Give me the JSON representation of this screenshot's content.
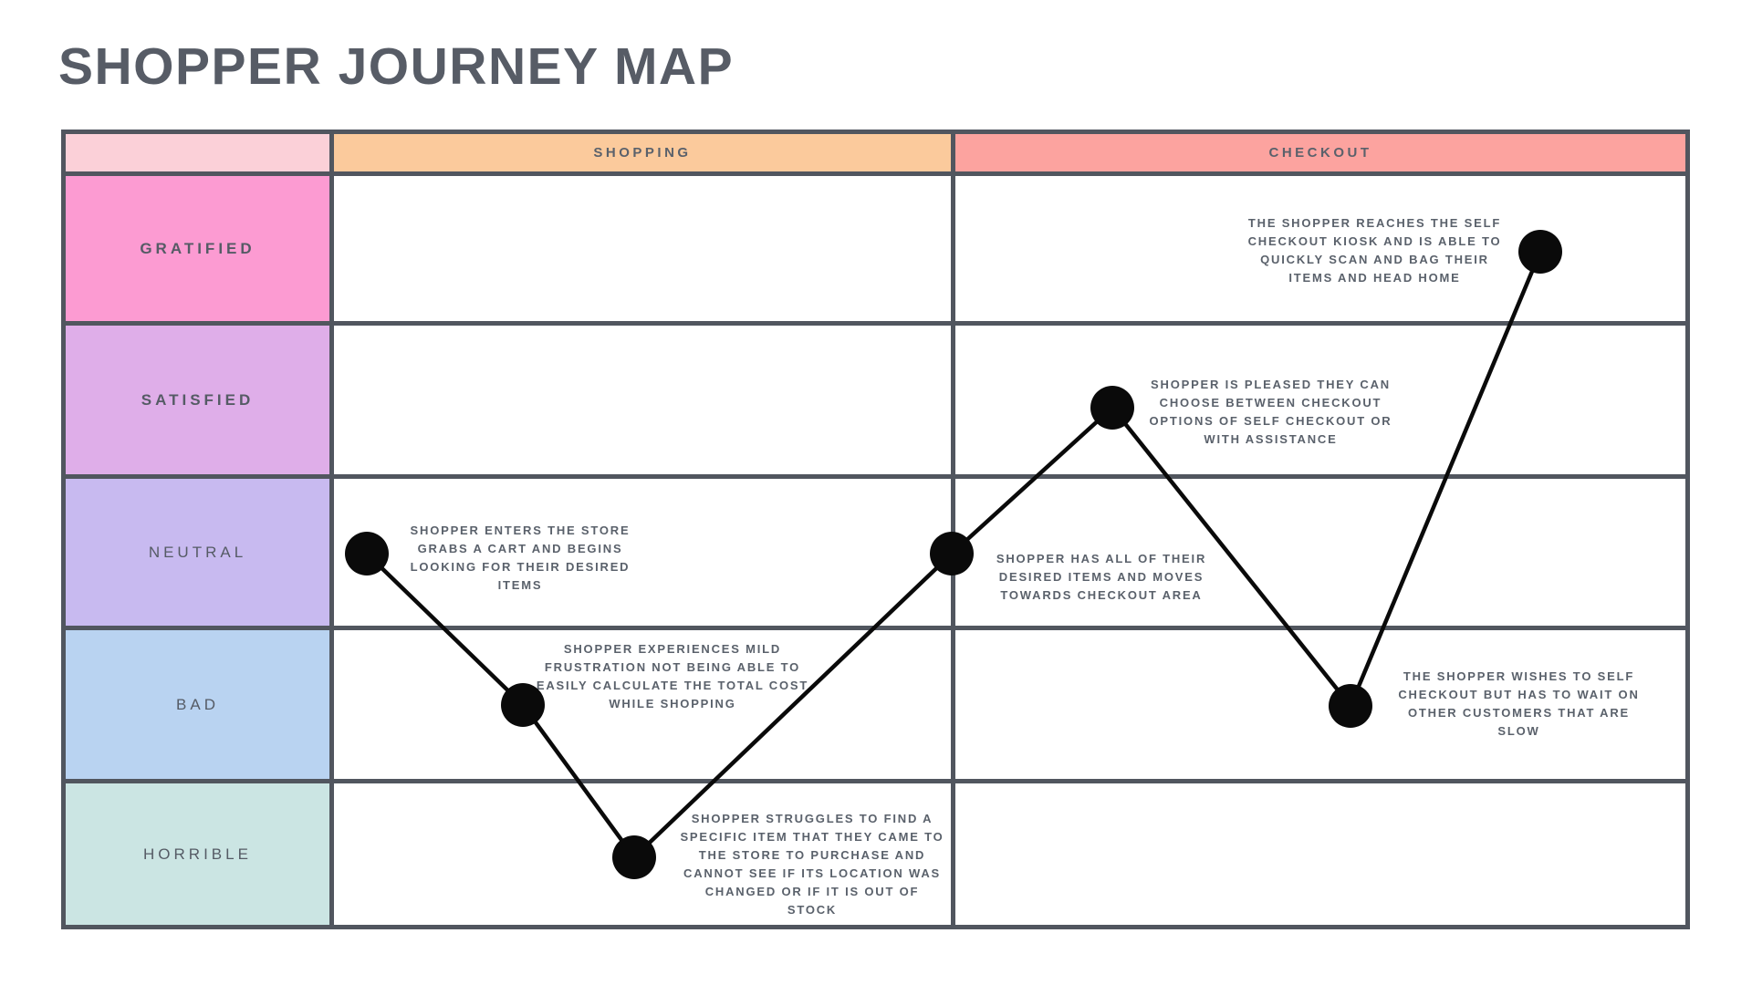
{
  "title": "SHOPPER JOURNEY MAP",
  "colors": {
    "border": "#51565F",
    "title_text": "#575C66",
    "label_text": "#555B65",
    "annotation_text": "#5A616B",
    "corner_cell": "#FBD0D8",
    "body_cell": "#FFFFFF",
    "line": "#0A0A0A"
  },
  "stages": [
    {
      "label": "SHOPPING",
      "color": "#FBCA9C"
    },
    {
      "label": "CHECKOUT",
      "color": "#FCA39F"
    }
  ],
  "emotions": [
    {
      "label": "GRATIFIED",
      "color": "#FC9BD2"
    },
    {
      "label": "SATISFIED",
      "color": "#DFAEE9"
    },
    {
      "label": "NEUTRAL",
      "color": "#C8BAF0"
    },
    {
      "label": "BAD",
      "color": "#B9D3F1"
    },
    {
      "label": "HORRIBLE",
      "color": "#CBE5E3"
    }
  ],
  "chart_data": {
    "type": "line",
    "title": "SHOPPER JOURNEY MAP",
    "x_categories": [
      "SHOPPING",
      "CHECKOUT"
    ],
    "y_categories": [
      "GRATIFIED",
      "SATISFIED",
      "NEUTRAL",
      "BAD",
      "HORRIBLE"
    ],
    "grid": true,
    "line_color": "#0A0A0A",
    "line_width": 4.5,
    "dot_radius": 24,
    "points": [
      {
        "stage": "SHOPPING",
        "emotion": "NEUTRAL",
        "px": [
          402,
          607
        ],
        "label": "SHOPPER ENTERS THE STORE GRABS A CART AND BEGINS LOOKING FOR THEIR DESIRED ITEMS"
      },
      {
        "stage": "SHOPPING",
        "emotion": "BAD",
        "px": [
          573,
          773
        ],
        "label": "SHOPPER EXPERIENCES MILD FRUSTRATION NOT BEING ABLE TO EASILY CALCULATE THE TOTAL COST WHILE SHOPPING"
      },
      {
        "stage": "SHOPPING",
        "emotion": "HORRIBLE",
        "px": [
          695,
          940
        ],
        "label": "SHOPPER STRUGGLES TO FIND A SPECIFIC ITEM THAT THEY CAME TO THE STORE TO PURCHASE AND CANNOT SEE IF ITS LOCATION WAS CHANGED OR IF IT IS OUT OF STOCK"
      },
      {
        "stage": "CHECKOUT",
        "emotion": "NEUTRAL",
        "px": [
          1043,
          607
        ],
        "label": "SHOPPER HAS ALL OF THEIR DESIRED ITEMS AND MOVES TOWARDS CHECKOUT AREA"
      },
      {
        "stage": "CHECKOUT",
        "emotion": "SATISFIED",
        "px": [
          1219,
          447
        ],
        "label": "SHOPPER IS PLEASED THEY CAN CHOOSE BETWEEN CHECKOUT OPTIONS OF SELF CHECKOUT OR WITH ASSISTANCE"
      },
      {
        "stage": "CHECKOUT",
        "emotion": "BAD",
        "px": [
          1480,
          774
        ],
        "label": "THE SHOPPER WISHES TO SELF CHECKOUT BUT HAS TO WAIT ON OTHER CUSTOMERS THAT ARE SLOW"
      },
      {
        "stage": "CHECKOUT",
        "emotion": "GRATIFIED",
        "px": [
          1688,
          276
        ],
        "label": "THE SHOPPER REACHES THE SELF CHECKOUT KIOSK AND IS ABLE TO QUICKLY SCAN AND BAG THEIR ITEMS AND HEAD HOME"
      }
    ]
  }
}
